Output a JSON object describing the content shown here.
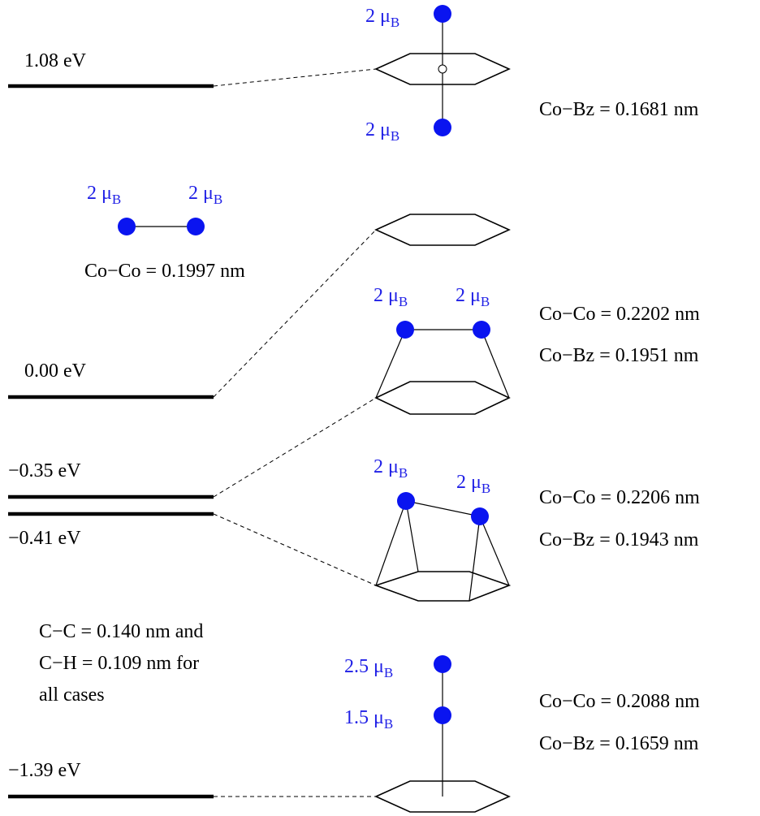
{
  "energy_levels": [
    "1.08 eV",
    "0.00 eV",
    "−0.35 eV",
    "−0.41 eV",
    "−1.39 eV"
  ],
  "moment_unit": {
    "mu": "μ",
    "sub": "B"
  },
  "structures": {
    "s1": {
      "moments": [
        "2",
        "2"
      ],
      "distances": [
        "Co−Bz = 0.1681 nm"
      ]
    },
    "dimer": {
      "moments": [
        "2",
        "2"
      ],
      "distances": [
        "Co−Co = 0.1997 nm"
      ]
    },
    "s2": {
      "moments": [
        "2",
        "2"
      ],
      "distances": [
        "Co−Co = 0.2202 nm",
        "Co−Bz = 0.1951 nm"
      ]
    },
    "s3": {
      "moments": [
        "2",
        "2"
      ],
      "distances": [
        "Co−Co = 0.2206 nm",
        "Co−Bz = 0.1943 nm"
      ]
    },
    "s4": {
      "moments": [
        "2.5",
        "1.5"
      ],
      "distances": [
        "Co−Co = 0.2088 nm",
        "Co−Bz = 0.1659 nm"
      ]
    }
  },
  "note_lines": [
    "C−C = 0.140 nm and",
    "C−H = 0.109 nm for",
    "all cases"
  ],
  "colors": {
    "moment_text": "#1f1fe6",
    "atom": "#0a14f0",
    "lines": "#000000"
  }
}
